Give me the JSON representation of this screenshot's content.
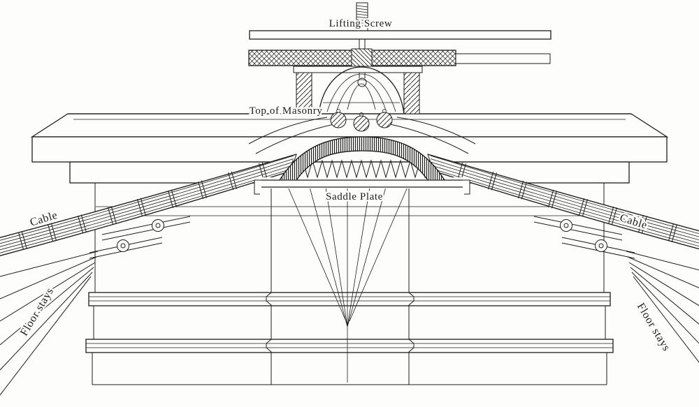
{
  "figure": {
    "background": "#fdfdfb",
    "ink": "#1d1d1b",
    "labels": {
      "lifting_screw": "Lifting Screw",
      "top_of_masonry": "Top of Masonry",
      "saddle_plate": "Saddle Plate",
      "cable_left": "Cable",
      "cable_right": "Cable",
      "floor_stays_left": "Floor stays",
      "floor_stays_right": "Floor stays"
    }
  }
}
